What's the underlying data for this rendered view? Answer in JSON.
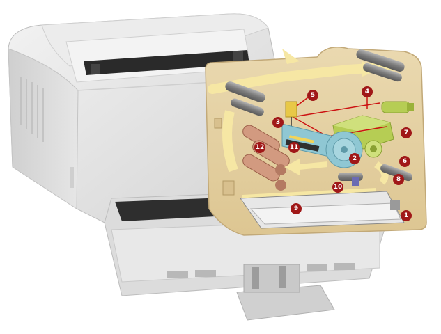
{
  "callouts": [
    {
      "label": "1"
    },
    {
      "label": "2"
    },
    {
      "label": "3"
    },
    {
      "label": "4"
    },
    {
      "label": "5"
    },
    {
      "label": "6"
    },
    {
      "label": "7"
    },
    {
      "label": "8"
    },
    {
      "label": "9"
    },
    {
      "label": "10"
    },
    {
      "label": "11"
    },
    {
      "label": "12"
    }
  ],
  "colors": {
    "printer_body": "#e4e4e4",
    "cutaway_panel": "#e6d3a8",
    "paper_path": "#f4e39a",
    "drum": "#8fc7d3",
    "laser_unit": "#b4cc52",
    "badge": "#a01818",
    "laser_beam": "#cc1111",
    "roller": "#8a8a8a",
    "fuser_rollers": "#d29a80"
  }
}
